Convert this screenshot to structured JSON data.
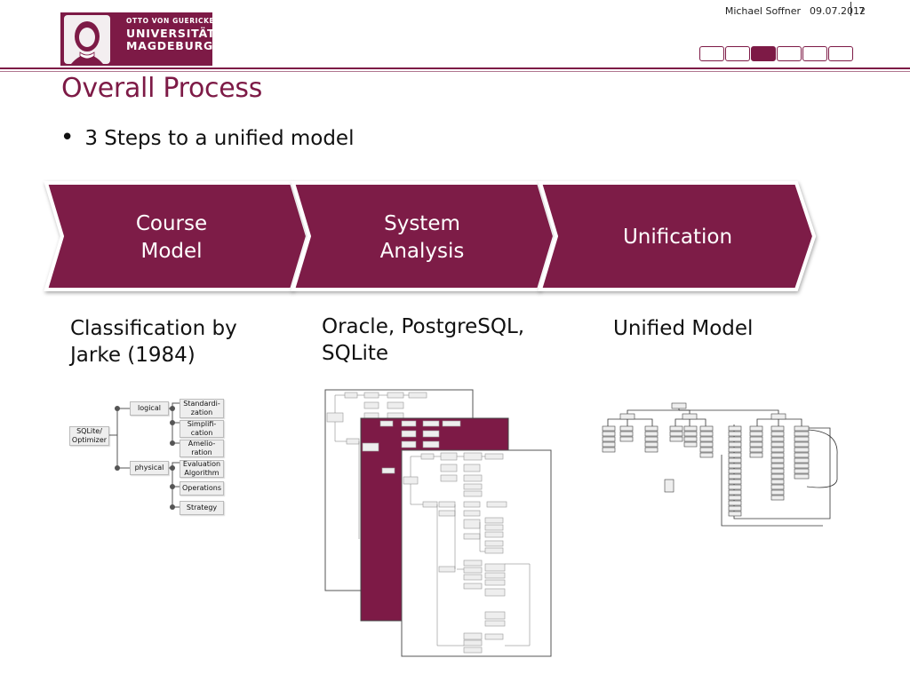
{
  "header": {
    "logo": {
      "line1": "OTTO VON GUERICKE",
      "line2": "UNIVERSITÄT",
      "line3": "MAGDEBURG"
    },
    "author": "Michael Soffner",
    "date": "09.07.2012",
    "page_number": "7",
    "progress": {
      "total": 6,
      "active_index": 2
    }
  },
  "slide": {
    "title": "Overall Process",
    "bullet": "3 Steps to a unified model"
  },
  "steps": [
    {
      "line1": "Course",
      "line2": "Model",
      "caption_line1": "Classification by",
      "caption_line2": "Jarke (1984)"
    },
    {
      "line1": "System",
      "line2": "Analysis",
      "caption_line1": "Oracle, PostgreSQL,",
      "caption_line2": "SQLite"
    },
    {
      "line1": "Unification",
      "line2": "",
      "caption_line1": "Unified Model",
      "caption_line2": ""
    }
  ],
  "jarke_diagram": {
    "root": "SQLite/ Optimizer",
    "level1": [
      "logical",
      "physical"
    ],
    "level2": [
      "Standardi-zation",
      "Simplifi-cation",
      "Amelio-ration",
      "Evaluation Algorithm",
      "Operations",
      "Strategy"
    ]
  },
  "colors": {
    "brand": "#7d1a46",
    "white": "#ffffff"
  }
}
